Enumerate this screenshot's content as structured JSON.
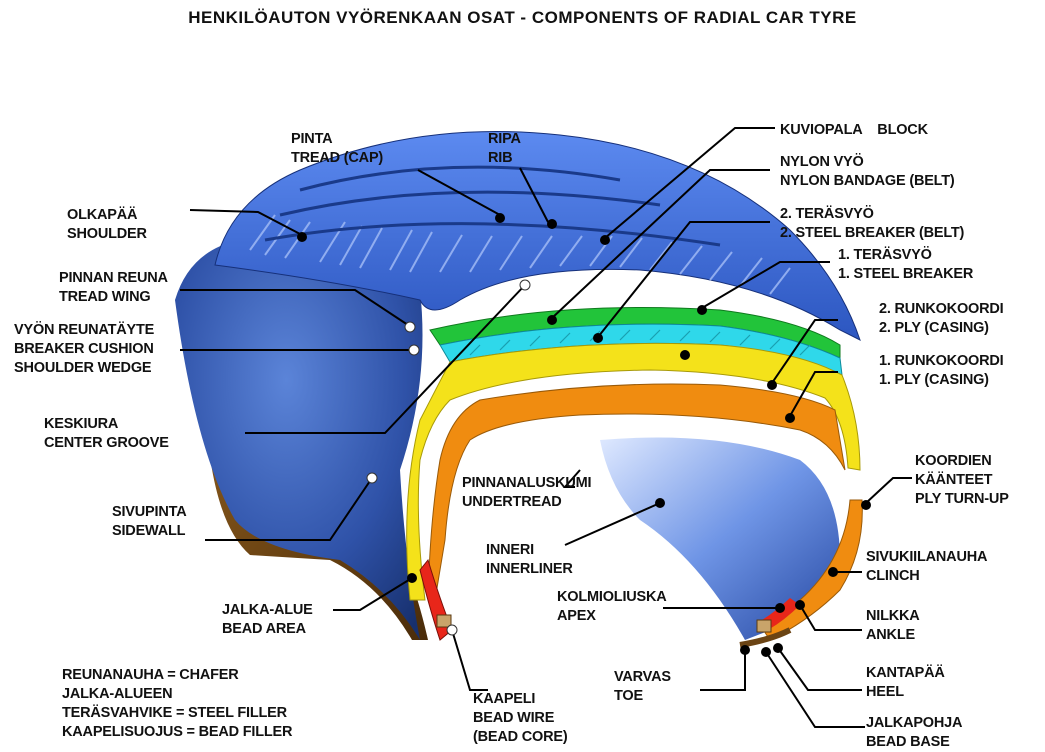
{
  "title": "HENKILÖAUTON VYÖRENKAAN OSAT  -   COMPONENTS OF RADIAL CAR TYRE",
  "colors": {
    "tread_blue": "#3f6fd6",
    "tread_dark": "#1d3f9e",
    "nylon_green": "#22c43a",
    "steel_cyan": "#2fd8ea",
    "ply2_yellow": "#f4e21a",
    "ply1_orange": "#f08c10",
    "apex_red": "#e8261a",
    "sidewall_brown": "#6b4414",
    "innerliner_blue": "#5f86e0"
  },
  "labels": {
    "pinta": [
      "PINTA",
      "TREAD (CAP)"
    ],
    "ripa": [
      "RIPA",
      "RIB"
    ],
    "olkapaa": [
      "OLKAPÄÄ",
      "SHOULDER"
    ],
    "pinnan_reuna": [
      "PINNAN REUNA",
      "TREAD WING"
    ],
    "vyon_reunatayte": [
      "VYÖN REUNATÄYTE",
      "BREAKER CUSHION",
      "SHOULDER WEDGE"
    ],
    "keskiura": [
      "KESKIURA",
      "CENTER GROOVE"
    ],
    "sivupinta": [
      "SIVUPINTA",
      "SIDEWALL"
    ],
    "jalka_alue": [
      "JALKA-ALUE",
      "BEAD AREA"
    ],
    "kuviopala": [
      "KUVIOPALA    BLOCK"
    ],
    "nylon_vyo": [
      "NYLON VYÖ",
      "NYLON BANDAGE (BELT)"
    ],
    "terasvyo2": [
      "2. TERÄSVYÖ",
      "2. STEEL BREAKER (BELT)"
    ],
    "terasvyo1": [
      "1. TERÄSVYÖ",
      "1. STEEL BREAKER"
    ],
    "runkokoordi2": [
      "2. RUNKOKOORDI",
      "2. PLY (CASING)"
    ],
    "runkokoordi1": [
      "1. RUNKOKOORDI",
      "1. PLY (CASING)"
    ],
    "koordien": [
      "KOORDIEN",
      "KÄÄNTEET",
      "PLY TURN-UP"
    ],
    "pinnanaluskumi": [
      "PINNANALUSKUMI",
      "UNDERTREAD"
    ],
    "inneri": [
      "INNERI",
      "INNERLINER"
    ],
    "sivukiilanauha": [
      "SIVUKIILANAUHA",
      "CLINCH"
    ],
    "kolmioliuska": [
      "KOLMIOLIUSKA",
      "APEX"
    ],
    "nilkka": [
      "NILKKA",
      "ANKLE"
    ],
    "kantapaa": [
      "KANTAPÄÄ",
      "HEEL"
    ],
    "varvas": [
      "VARVAS",
      "TOE"
    ],
    "jalkapohja": [
      "JALKAPOHJA",
      "BEAD BASE"
    ],
    "kaapeli": [
      "KAAPELI",
      "BEAD WIRE",
      "(BEAD CORE)"
    ],
    "legend": [
      "REUNANAUHA = CHAFER",
      "JALKA-ALUEEN",
      "TERÄSVAHVIKE = STEEL FILLER",
      "KAAPELISUOJUS = BEAD FILLER"
    ]
  }
}
